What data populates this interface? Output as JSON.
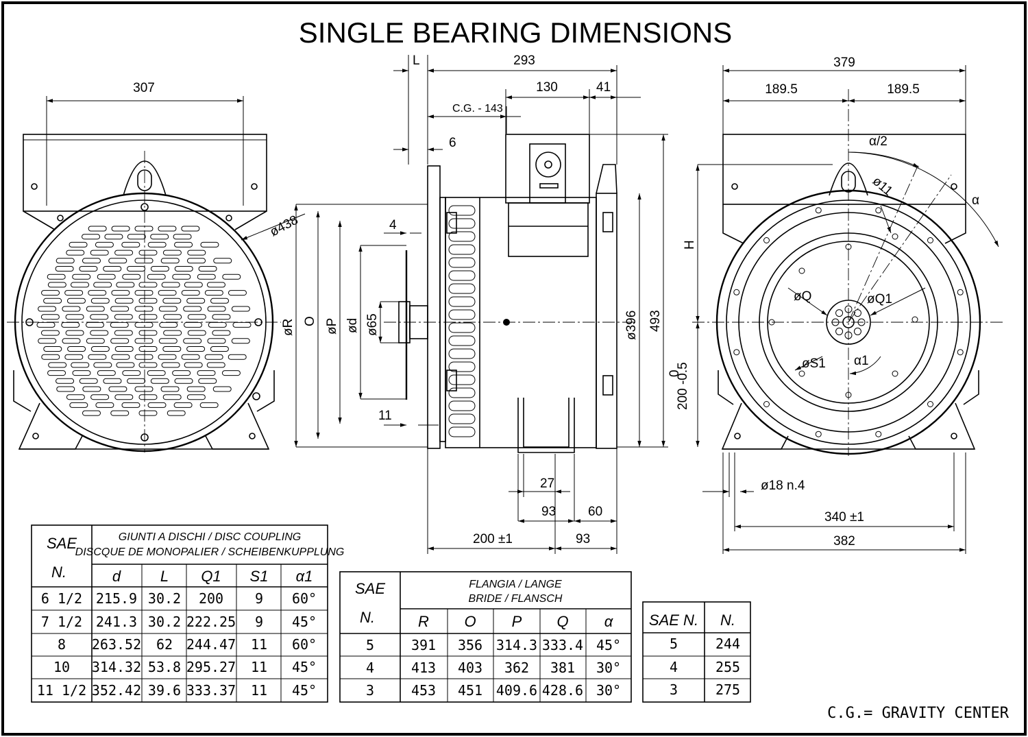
{
  "title": "SINGLE BEARING DIMENSIONS",
  "footer_note": "C.G.= GRAVITY CENTER",
  "front_view": {
    "width": "307",
    "dia_438": "ø438"
  },
  "side_view": {
    "L": "L",
    "overall": "293",
    "d130": "130",
    "d41": "41",
    "cg": "C.G. - 143",
    "d6": "6",
    "d4": "4",
    "d11": "11",
    "dR": "øR",
    "dO": "O",
    "dP": "øP",
    "dd": "ød",
    "d65": "ø65",
    "d396": "ø396",
    "d493": "493",
    "d27": "27",
    "d93a": "93",
    "d60": "60",
    "d200": "200 ±1",
    "d93b": "93"
  },
  "rear_view": {
    "d379": "379",
    "d189a": "189.5",
    "d189b": "189.5",
    "a2": "α/2",
    "a": "α",
    "d11h": "ø11",
    "H": "H",
    "dQ": "øQ",
    "dQ1": "øQ1",
    "dS1": "øS1",
    "a1": "α1",
    "h0": "0",
    "h200": "200 -0.5",
    "d18": "ø18 n.4",
    "d340": "340 ±1",
    "d382": "382"
  },
  "table_coupling": {
    "sae": "SAE",
    "n": "N.",
    "title_lines": [
      "GIUNTI A DISCHI / DISC COUPLING",
      "DISCQUE DE MONOPALIER / SCHEIBENKUPPLUNG"
    ],
    "columns": [
      "d",
      "L",
      "Q1",
      "S1",
      "α1"
    ],
    "rows": [
      [
        "6  1/2",
        "215.9",
        "30.2",
        "200",
        "9",
        "60°"
      ],
      [
        "7  1/2",
        "241.3",
        "30.2",
        "222.25",
        "9",
        "45°"
      ],
      [
        "8",
        "263.52",
        "62",
        "244.47",
        "11",
        "60°"
      ],
      [
        "10",
        "314.32",
        "53.8",
        "295.27",
        "11",
        "45°"
      ],
      [
        "11  1/2",
        "352.42",
        "39.6",
        "333.37",
        "11",
        "45°"
      ]
    ]
  },
  "table_flange": {
    "sae": "SAE",
    "n": "N.",
    "title_lines": [
      "FLANGIA / LANGE",
      "BRIDE / FLANSCH"
    ],
    "columns": [
      "R",
      "O",
      "P",
      "Q",
      "α"
    ],
    "rows": [
      [
        "5",
        "391",
        "356",
        "314.3",
        "333.4",
        "45°"
      ],
      [
        "4",
        "413",
        "403",
        "362",
        "381",
        "30°"
      ],
      [
        "3",
        "453",
        "451",
        "409.6",
        "428.6",
        "30°"
      ]
    ]
  },
  "table_n": {
    "columns": [
      "SAE N.",
      "N."
    ],
    "rows": [
      [
        "5",
        "244"
      ],
      [
        "4",
        "255"
      ],
      [
        "3",
        "275"
      ]
    ]
  }
}
